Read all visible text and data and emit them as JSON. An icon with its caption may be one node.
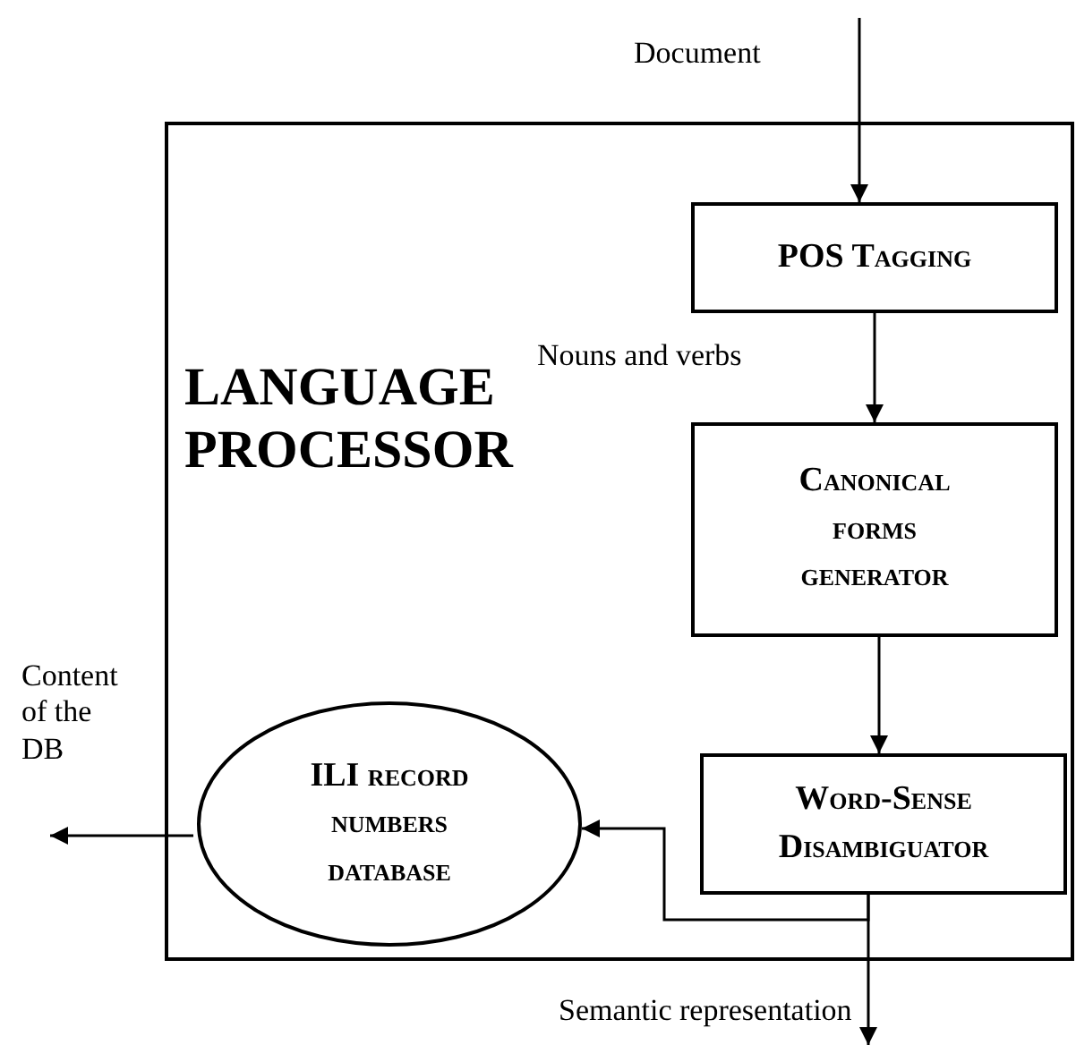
{
  "diagram": {
    "nodes": [
      {
        "text": [
          "LANGUAGE PROCESSOR"
        ]
      },
      {
        "text": [
          "POS Tagging"
        ],
        "in": 0
      },
      {
        "text": [
          "Canonical forms generator"
        ],
        "in": 0
      },
      {
        "text": [
          "Word-Sense Disambiguator"
        ],
        "in": 0
      },
      {
        "text": [
          "ILI record numbers database"
        ],
        "in": 0
      }
    ],
    "edges": [
      {
        "from": null,
        "to": 1,
        "arrow": "to",
        "label": "Document"
      },
      {
        "from": 1,
        "to": 2,
        "arrow": "to",
        "label": "Nouns and verbs"
      },
      {
        "from": 2,
        "to": 3,
        "arrow": "to"
      },
      {
        "from": 3,
        "to": 4,
        "arrow": "to"
      },
      {
        "from": 3,
        "to": null,
        "arrow": "to",
        "label": "Semantic representation"
      },
      {
        "from": 4,
        "to": null,
        "arrow": "to",
        "label": "Content of the DB"
      }
    ]
  }
}
